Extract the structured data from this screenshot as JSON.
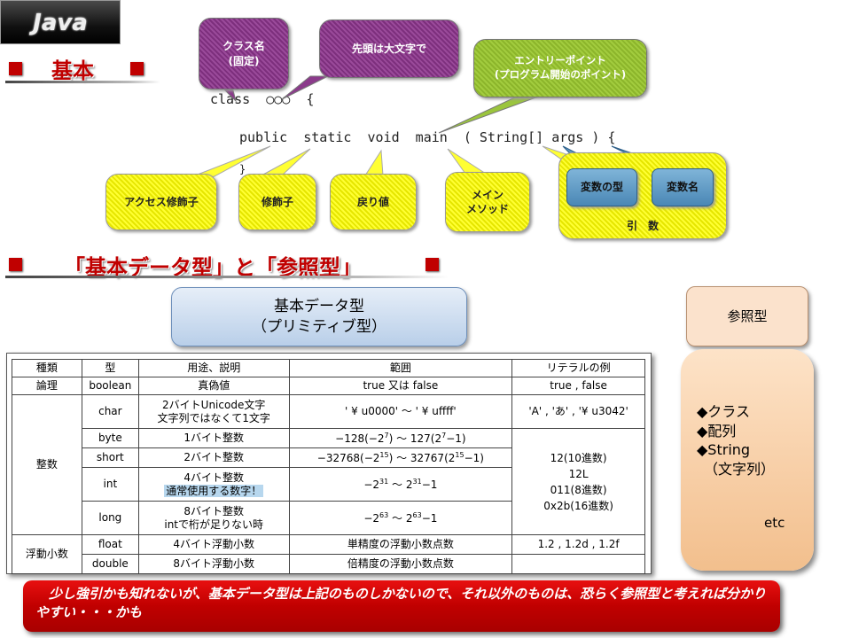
{
  "title_tab": "Java",
  "section1": {
    "heading": "基本"
  },
  "section2": {
    "heading": "「基本データ型」と「参照型」"
  },
  "callouts": {
    "class_name": "クラス名\n(固定)",
    "capital": "先頭は大文字で",
    "entry_point": "エントリーポイント\n(プログラム開始のポイント)",
    "access_modifier": "アクセス修飾子",
    "modifier": "修飾子",
    "return_value": "戻り値",
    "main_method": "メイン\nメソッド",
    "var_type": "変数の型",
    "var_name": "変数名",
    "args_label": "引　数"
  },
  "code": {
    "line1": "class  ○○○  {",
    "line2": "public  static  void  main  ( String[] args ) {",
    "line3": "}"
  },
  "primitive_box": {
    "line1": "基本データ型",
    "line2": "（プリミティブ型）"
  },
  "reference_box": {
    "title": "参照型"
  },
  "reference_list": {
    "item1": "◆クラス",
    "item2": "◆配列",
    "item3": "◆String",
    "item3_sub": "（文字列）",
    "etc": "etc"
  },
  "table": {
    "headers": [
      "種類",
      "型",
      "用途、説明",
      "範囲",
      "リテラルの例"
    ],
    "rows": {
      "boolean": {
        "kind": "論理",
        "type": "boolean",
        "desc": "真偽値",
        "range": "true 又は false",
        "literal": "true , false"
      },
      "char": {
        "type": "char",
        "desc1": "2バイトUnicode文字",
        "desc2": "文字列ではなくて1文字",
        "range": "' ¥ u0000' ～ ' ¥ uffff'",
        "literal": "'A' , 'あ' , '¥ u3042'"
      },
      "integer_kind": "整数",
      "byte": {
        "type": "byte",
        "desc": "1バイト整数",
        "range_a": "−128(−2",
        "range_a_exp": "7",
        "range_b": ") ～ 127(2",
        "range_b_exp": "7",
        "range_c": "−1)"
      },
      "short": {
        "type": "short",
        "desc": "2バイト整数",
        "range_a": "−32768(−2",
        "range_a_exp": "15",
        "range_b": ") ～ 32767(2",
        "range_b_exp": "15",
        "range_c": "−1)"
      },
      "int": {
        "type": "int",
        "desc1": "4バイト整数",
        "desc2": "通常使用する数字！",
        "range_a": "−2",
        "range_a_exp": "31",
        "range_b": " ～ 2",
        "range_b_exp": "31",
        "range_c": "−1"
      },
      "long": {
        "type": "long",
        "desc1": "8バイト整数",
        "desc2": "intで桁が足りない時",
        "range_a": "−2",
        "range_a_exp": "63",
        "range_b": " ～ 2",
        "range_b_exp": "63",
        "range_c": "−1"
      },
      "integer_literals": [
        "12(10進数)",
        "12L",
        "011(8進数)",
        "0x2b(16進数)"
      ],
      "float_kind": "浮動小数",
      "float": {
        "type": "float",
        "desc": "4バイト浮動小数",
        "range": "単精度の浮動小数点数",
        "literal": "1.2 , 1.2d , 1.2f"
      },
      "double": {
        "type": "double",
        "desc": "8バイト浮動小数",
        "range": "倍精度の浮動小数点数"
      }
    }
  },
  "note": "　少し強引かも知れないが、基本データ型は上記のものしかないので、それ以外のものは、恐らく参照型と考えれば分かりやすい・・・かも",
  "colors": {
    "accent_red": "#c00000",
    "callout_purple": "#8b3a8b",
    "callout_green": "#9bc53d",
    "callout_yellow": "#ffff33",
    "var_blue": "#5b95c2"
  }
}
